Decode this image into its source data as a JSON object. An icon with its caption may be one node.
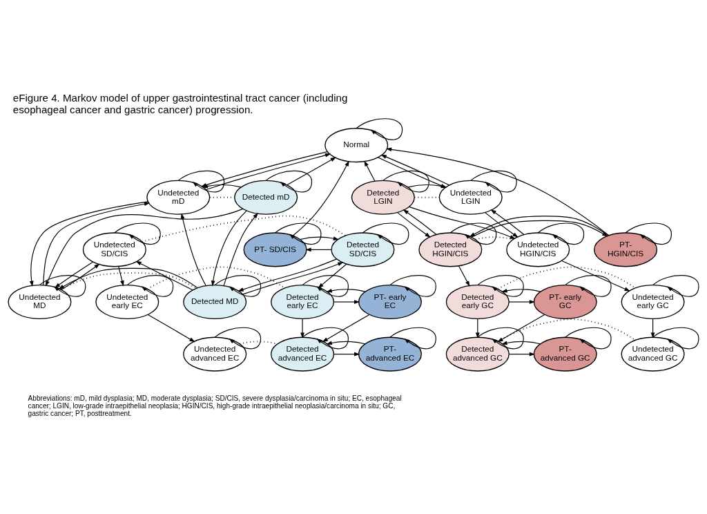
{
  "diagram": {
    "title": "eFigure 4. Markov model of upper gastrointestinal tract cancer (including esophageal cancer and gastric cancer) progression.",
    "caption": "Abbreviations: mD, mild dysplasia; MD, moderate dysplasia; SD/CIS, severe dysplasia/carcinoma in situ; EC, esophageal cancer; LGIN, low-grade intraepithelial neoplasia; HGIN/CIS, high-grade intraepithelial neoplasia/carcinoma in situ; GC, gastric cancer; PT, posttreatment.",
    "nodes": [
      {
        "text": [
          "Normal"
        ]
      },
      {
        "text": [
          "Undetected mD"
        ]
      },
      {
        "text": [
          "Detected mD"
        ]
      },
      {
        "text": [
          "Detected LGIN"
        ]
      },
      {
        "text": [
          "Undetected LGIN"
        ]
      },
      {
        "text": [
          "Undetected MD"
        ]
      },
      {
        "text": [
          "Detected MD"
        ]
      },
      {
        "text": [
          "Undetected SD/CIS"
        ]
      },
      {
        "text": [
          "Detected SD/CIS"
        ]
      },
      {
        "text": [
          "PT- SD/CIS"
        ]
      },
      {
        "text": [
          "PT- HGIN/CIS"
        ]
      },
      {
        "text": [
          "Detected HGIN/CIS"
        ]
      },
      {
        "text": [
          "Undetected HGIN/CIS"
        ]
      },
      {
        "text": [
          "Undetected early EC"
        ]
      },
      {
        "text": [
          "Detected early EC"
        ]
      },
      {
        "text": [
          "PT- early EC"
        ]
      },
      {
        "text": [
          "PT- early GC"
        ]
      },
      {
        "text": [
          "Detected early GC"
        ]
      },
      {
        "text": [
          "Undetected early GC"
        ]
      },
      {
        "text": [
          "Undetected advanced EC"
        ]
      },
      {
        "text": [
          "Detected advanced EC"
        ]
      },
      {
        "text": [
          "PT- advanced EC"
        ]
      },
      {
        "text": [
          "PT- advanced GC"
        ]
      },
      {
        "text": [
          "Detected advanced GC"
        ]
      },
      {
        "text": [
          "Undetected advanced GC"
        ]
      }
    ],
    "edges": [
      {
        "from": 0,
        "to": 0,
        "arrow": "to"
      },
      {
        "from": 0,
        "to": 1,
        "arrow": "to"
      },
      {
        "from": 1,
        "to": 0,
        "arrow": "to"
      },
      {
        "from": 2,
        "to": 0,
        "arrow": "to"
      },
      {
        "from": 9,
        "to": 0,
        "arrow": "to"
      },
      {
        "from": 10,
        "to": 0,
        "arrow": "to"
      },
      {
        "from": 3,
        "to": 0,
        "arrow": "to"
      },
      {
        "from": 0,
        "to": 4,
        "arrow": "to"
      },
      {
        "from": 4,
        "to": 0,
        "arrow": "to"
      },
      {
        "from": 1,
        "to": 1,
        "arrow": "to"
      },
      {
        "from": 2,
        "to": 2,
        "arrow": "to"
      },
      {
        "from": 3,
        "to": 3,
        "arrow": "to"
      },
      {
        "from": 4,
        "to": 4,
        "arrow": "to"
      },
      {
        "from": 1,
        "to": 2,
        "arrow": "none",
        "style": "dashed"
      },
      {
        "from": 2,
        "to": 1,
        "arrow": "to"
      },
      {
        "from": 3,
        "to": 4,
        "arrow": "none",
        "style": "dashed"
      },
      {
        "from": 3,
        "to": 4,
        "arrow": "to"
      },
      {
        "from": 1,
        "to": 5,
        "arrow": "to"
      },
      {
        "from": 5,
        "to": 1,
        "arrow": "to"
      },
      {
        "from": 2,
        "to": 6,
        "arrow": "to"
      },
      {
        "from": 6,
        "to": 2,
        "arrow": "to"
      },
      {
        "from": 2,
        "to": 5,
        "arrow": "to"
      },
      {
        "from": 6,
        "to": 1,
        "arrow": "to"
      },
      {
        "from": 11,
        "to": 3,
        "arrow": "to"
      },
      {
        "from": 3,
        "to": 11,
        "arrow": "to"
      },
      {
        "from": 12,
        "to": 4,
        "arrow": "to"
      },
      {
        "from": 4,
        "to": 12,
        "arrow": "to"
      },
      {
        "from": 3,
        "to": 12,
        "arrow": "to"
      },
      {
        "from": 5,
        "to": 5,
        "arrow": "to"
      },
      {
        "from": 6,
        "to": 6,
        "arrow": "to"
      },
      {
        "from": 5,
        "to": 6,
        "arrow": "none",
        "style": "dashed"
      },
      {
        "from": 6,
        "to": 5,
        "arrow": "to"
      },
      {
        "from": 5,
        "to": 7,
        "arrow": "to"
      },
      {
        "from": 7,
        "to": 5,
        "arrow": "to"
      },
      {
        "from": 6,
        "to": 8,
        "arrow": "to"
      },
      {
        "from": 8,
        "to": 6,
        "arrow": "to"
      },
      {
        "from": 6,
        "to": 7,
        "arrow": "to"
      },
      {
        "from": 7,
        "to": 7,
        "arrow": "to"
      },
      {
        "from": 8,
        "to": 8,
        "arrow": "to"
      },
      {
        "from": 9,
        "to": 9,
        "arrow": "to"
      },
      {
        "from": 10,
        "to": 10,
        "arrow": "to"
      },
      {
        "from": 11,
        "to": 11,
        "arrow": "to"
      },
      {
        "from": 12,
        "to": 12,
        "arrow": "to"
      },
      {
        "from": 7,
        "to": 8,
        "arrow": "none",
        "style": "dashed"
      },
      {
        "from": 8,
        "to": 9,
        "arrow": "to"
      },
      {
        "from": 9,
        "to": 8,
        "arrow": "to"
      },
      {
        "from": 11,
        "to": 10,
        "arrow": "to"
      },
      {
        "from": 10,
        "to": 11,
        "arrow": "to"
      },
      {
        "from": 11,
        "to": 12,
        "arrow": "none",
        "style": "dashed"
      },
      {
        "from": 7,
        "to": 13,
        "arrow": "to"
      },
      {
        "from": 8,
        "to": 14,
        "arrow": "to"
      },
      {
        "from": 11,
        "to": 17,
        "arrow": "to"
      },
      {
        "from": 12,
        "to": 18,
        "arrow": "to"
      },
      {
        "from": 13,
        "to": 13,
        "arrow": "to"
      },
      {
        "from": 14,
        "to": 14,
        "arrow": "to"
      },
      {
        "from": 15,
        "to": 15,
        "arrow": "to"
      },
      {
        "from": 16,
        "to": 16,
        "arrow": "to"
      },
      {
        "from": 17,
        "to": 17,
        "arrow": "to"
      },
      {
        "from": 18,
        "to": 18,
        "arrow": "to"
      },
      {
        "from": 13,
        "to": 14,
        "arrow": "none",
        "style": "dashed"
      },
      {
        "from": 14,
        "to": 15,
        "arrow": "to"
      },
      {
        "from": 15,
        "to": 14,
        "arrow": "to"
      },
      {
        "from": 17,
        "to": 16,
        "arrow": "to"
      },
      {
        "from": 16,
        "to": 17,
        "arrow": "to"
      },
      {
        "from": 17,
        "to": 18,
        "arrow": "none",
        "style": "dashed"
      },
      {
        "from": 13,
        "to": 19,
        "arrow": "to"
      },
      {
        "from": 14,
        "to": 20,
        "arrow": "to"
      },
      {
        "from": 15,
        "to": 20,
        "arrow": "to"
      },
      {
        "from": 16,
        "to": 23,
        "arrow": "to"
      },
      {
        "from": 17,
        "to": 23,
        "arrow": "to"
      },
      {
        "from": 18,
        "to": 24,
        "arrow": "to"
      },
      {
        "from": 19,
        "to": 19,
        "arrow": "to"
      },
      {
        "from": 20,
        "to": 20,
        "arrow": "to"
      },
      {
        "from": 21,
        "to": 21,
        "arrow": "to"
      },
      {
        "from": 22,
        "to": 22,
        "arrow": "to"
      },
      {
        "from": 23,
        "to": 23,
        "arrow": "to"
      },
      {
        "from": 24,
        "to": 24,
        "arrow": "to"
      },
      {
        "from": 19,
        "to": 20,
        "arrow": "none",
        "style": "dashed"
      },
      {
        "from": 20,
        "to": 21,
        "arrow": "to"
      },
      {
        "from": 21,
        "to": 20,
        "arrow": "to"
      },
      {
        "from": 23,
        "to": 22,
        "arrow": "to"
      },
      {
        "from": 22,
        "to": 23,
        "arrow": "to"
      },
      {
        "from": 23,
        "to": 24,
        "arrow": "none",
        "style": "dashed"
      }
    ]
  }
}
